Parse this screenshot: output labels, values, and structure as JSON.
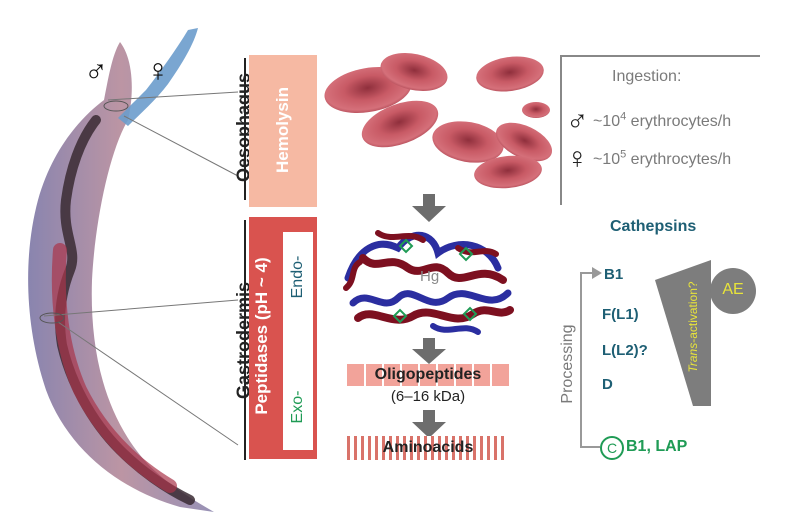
{
  "worm": {
    "male_symbol": "♂",
    "female_symbol": "♀"
  },
  "labels": {
    "oesophagus": "Oesophagus",
    "gastrodermis": "Gastrodermis",
    "hemolysin": "Hemolysin",
    "peptidases": "Peptidases (pH ~ 4)",
    "endo": "Endo-",
    "exo": "Exo-",
    "hg": "Hg",
    "oligopeptides": "Oligopeptides",
    "oligo_size": "(6–16 kDa)",
    "aminoacids": "Aminoacids"
  },
  "ingestion": {
    "title": "Ingestion:",
    "male_symbol": "♂",
    "male_prefix": "~10",
    "male_exp": "4",
    "male_suffix": " erythrocytes/h",
    "female_symbol": "♀",
    "female_prefix": "~10",
    "female_exp": "5",
    "female_suffix": " erythrocytes/h"
  },
  "cathepsins": {
    "title": "Cathepsins",
    "items": [
      "B1",
      "F(L1)",
      "L(L2)?",
      "D"
    ],
    "processing": "Processing",
    "transactivation_italic": "Trans",
    "transactivation_rest": "-activation?",
    "ae": "AE",
    "c_circle": "C",
    "bottom_label": "B1, LAP"
  },
  "colors": {
    "salmon": "#f6b9a3",
    "red_band": "#d9534f",
    "teal": "#1e5f74",
    "green": "#1f9b55",
    "gray_arrow": "#6d6d6d",
    "ae_fill": "#7d7d7d",
    "ae_text": "#e8e43a"
  }
}
